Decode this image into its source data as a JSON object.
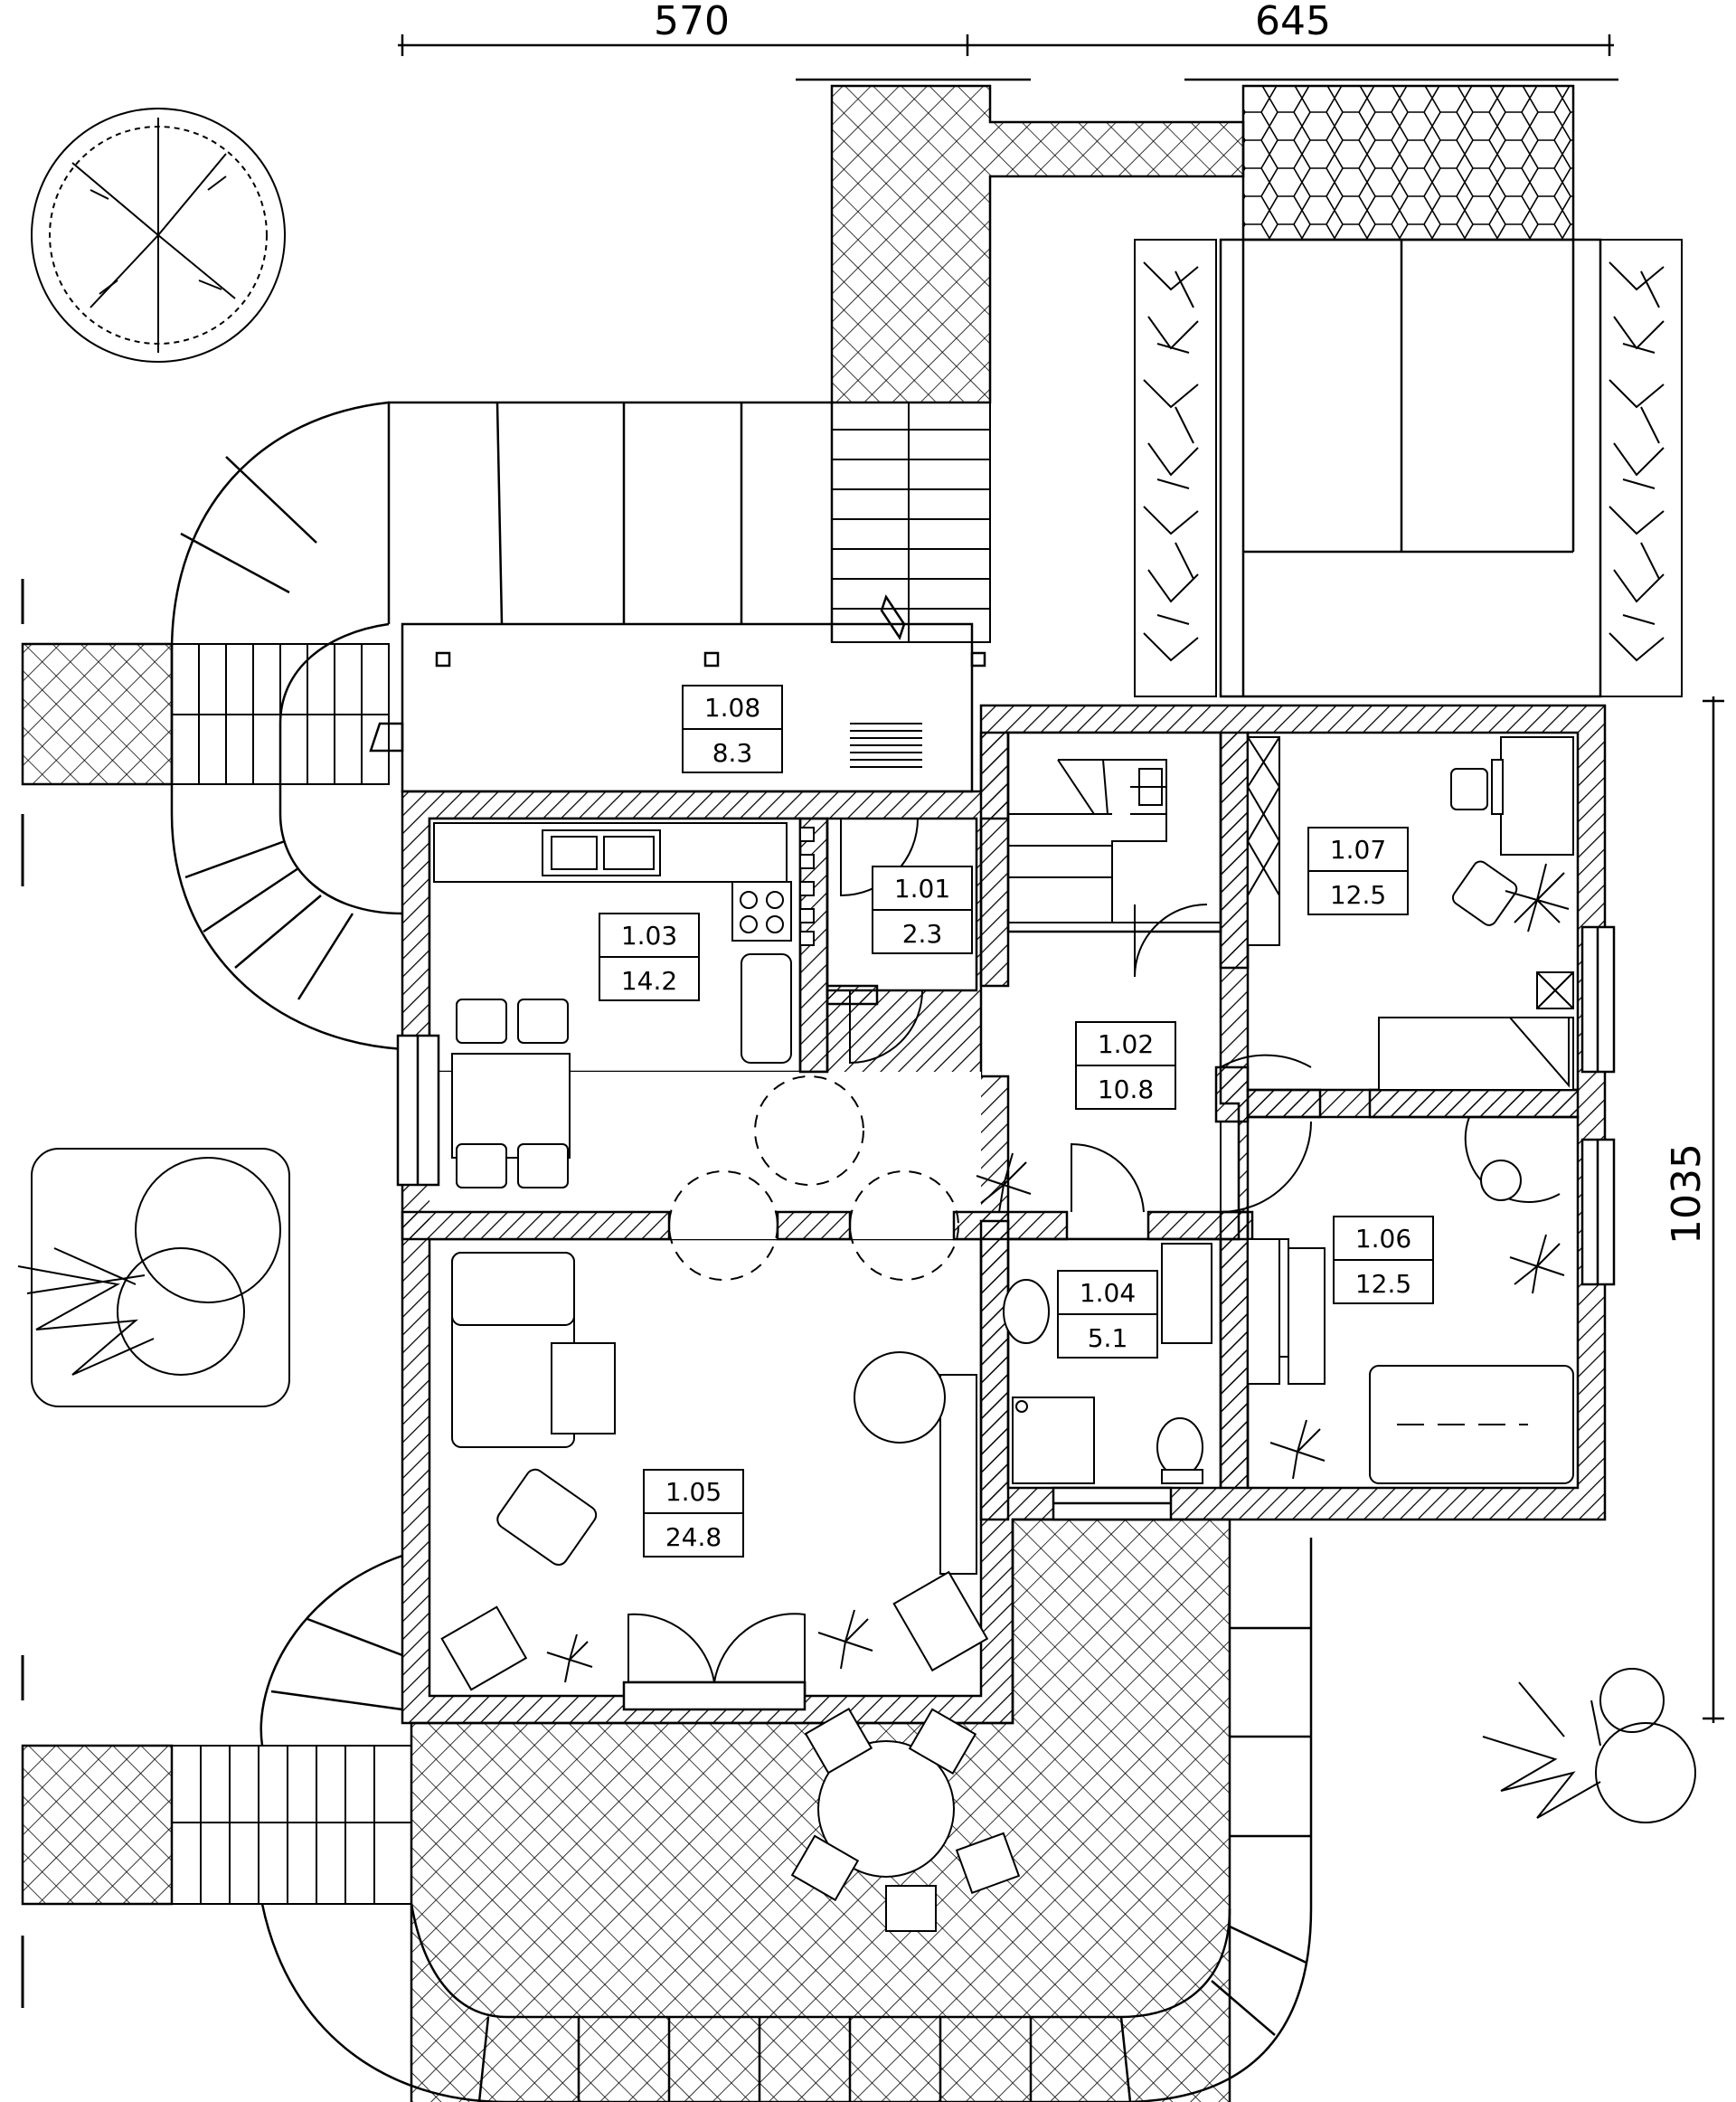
{
  "dimensions": {
    "top_left": "570",
    "top_right": "645",
    "right_side": "1035"
  },
  "rooms": [
    {
      "id": "1.08",
      "area": "8.3"
    },
    {
      "id": "1.01",
      "area": "2.3"
    },
    {
      "id": "1.03",
      "area": "14.2"
    },
    {
      "id": "1.07",
      "area": "12.5"
    },
    {
      "id": "1.02",
      "area": "10.8"
    },
    {
      "id": "1.04",
      "area": "5.1"
    },
    {
      "id": "1.06",
      "area": "12.5"
    },
    {
      "id": "1.05",
      "area": "24.8"
    }
  ],
  "colors": {
    "line": "#000000",
    "background": "#ffffff"
  }
}
